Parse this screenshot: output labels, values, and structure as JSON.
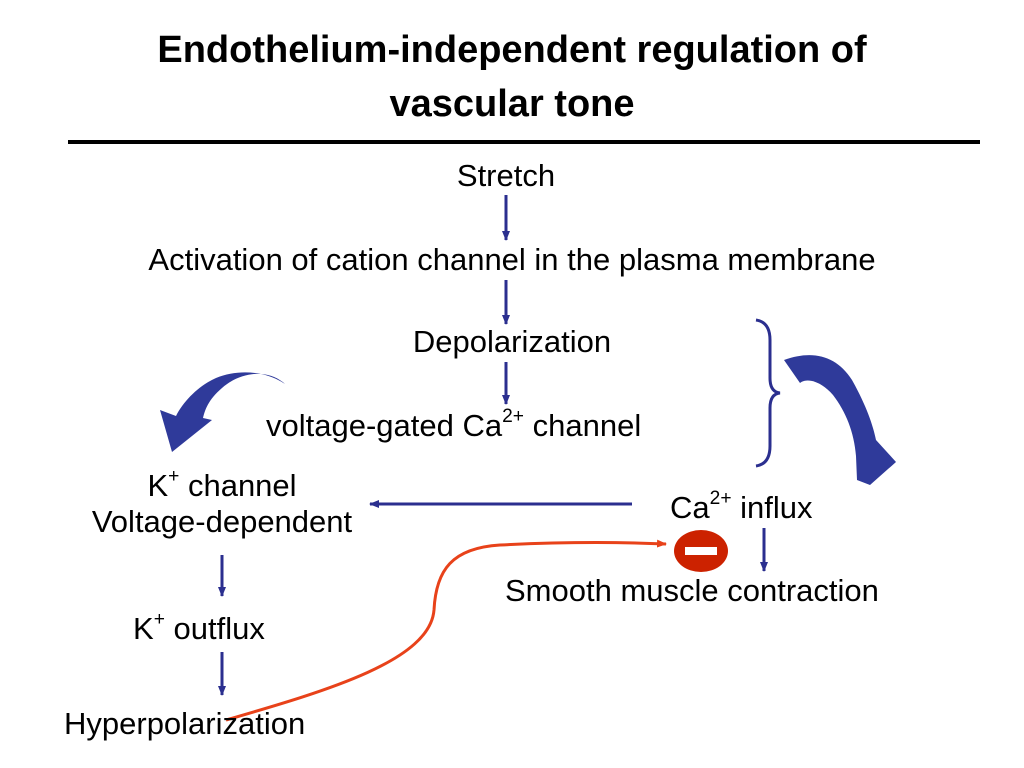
{
  "title": {
    "line1": "Endothelium-independent regulation of",
    "line2": "vascular tone"
  },
  "nodes": {
    "stretch": "Stretch",
    "activation": "Activation of cation channel in the plasma membrane",
    "depolarization": "Depolarization",
    "vgcc": {
      "before": "voltage-gated Ca",
      "sup": "2+",
      "after": " channel"
    },
    "k_channel": {
      "pre": "K",
      "sup": "+",
      "post": " channel",
      "line2": "Voltage-dependent"
    },
    "ca_influx": {
      "pre": "Ca",
      "sup": "2+",
      "post": " influx"
    },
    "contraction": "Smooth muscle contraction",
    "k_outflux": {
      "pre": "K",
      "sup": "+",
      "post": " outflux"
    },
    "hyperpolarization": "Hyperpolarization"
  },
  "colors": {
    "arrow": "#2b2f8f",
    "curved_arrow": "#2f3a9a",
    "inhibition_line": "#e8421a",
    "inhibition_badge": "#cc2200"
  },
  "icons": {
    "inhibition": "minus-icon"
  }
}
